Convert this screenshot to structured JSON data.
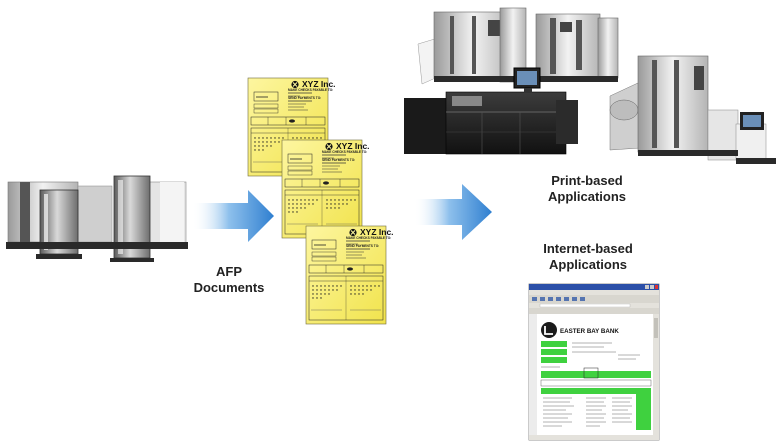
{
  "labels": {
    "afp": [
      "AFP",
      "Documents"
    ],
    "print": [
      "Print-based",
      "Applications"
    ],
    "internet": [
      "Internet-based",
      "Applications"
    ]
  },
  "documents": {
    "company": "XYZ Inc.",
    "payable_line": "MAKE CHECKS PAYABLE TO:",
    "payable_to": "XYZ Inc.",
    "remit_line": "SEND PAYMENTS TO:"
  },
  "browser": {
    "bank_name": "EASTER BAY BANK"
  },
  "colors": {
    "arrow": "#4a90d9",
    "document": "#f6ef6a",
    "browser_highlight": "#3fd13f"
  }
}
